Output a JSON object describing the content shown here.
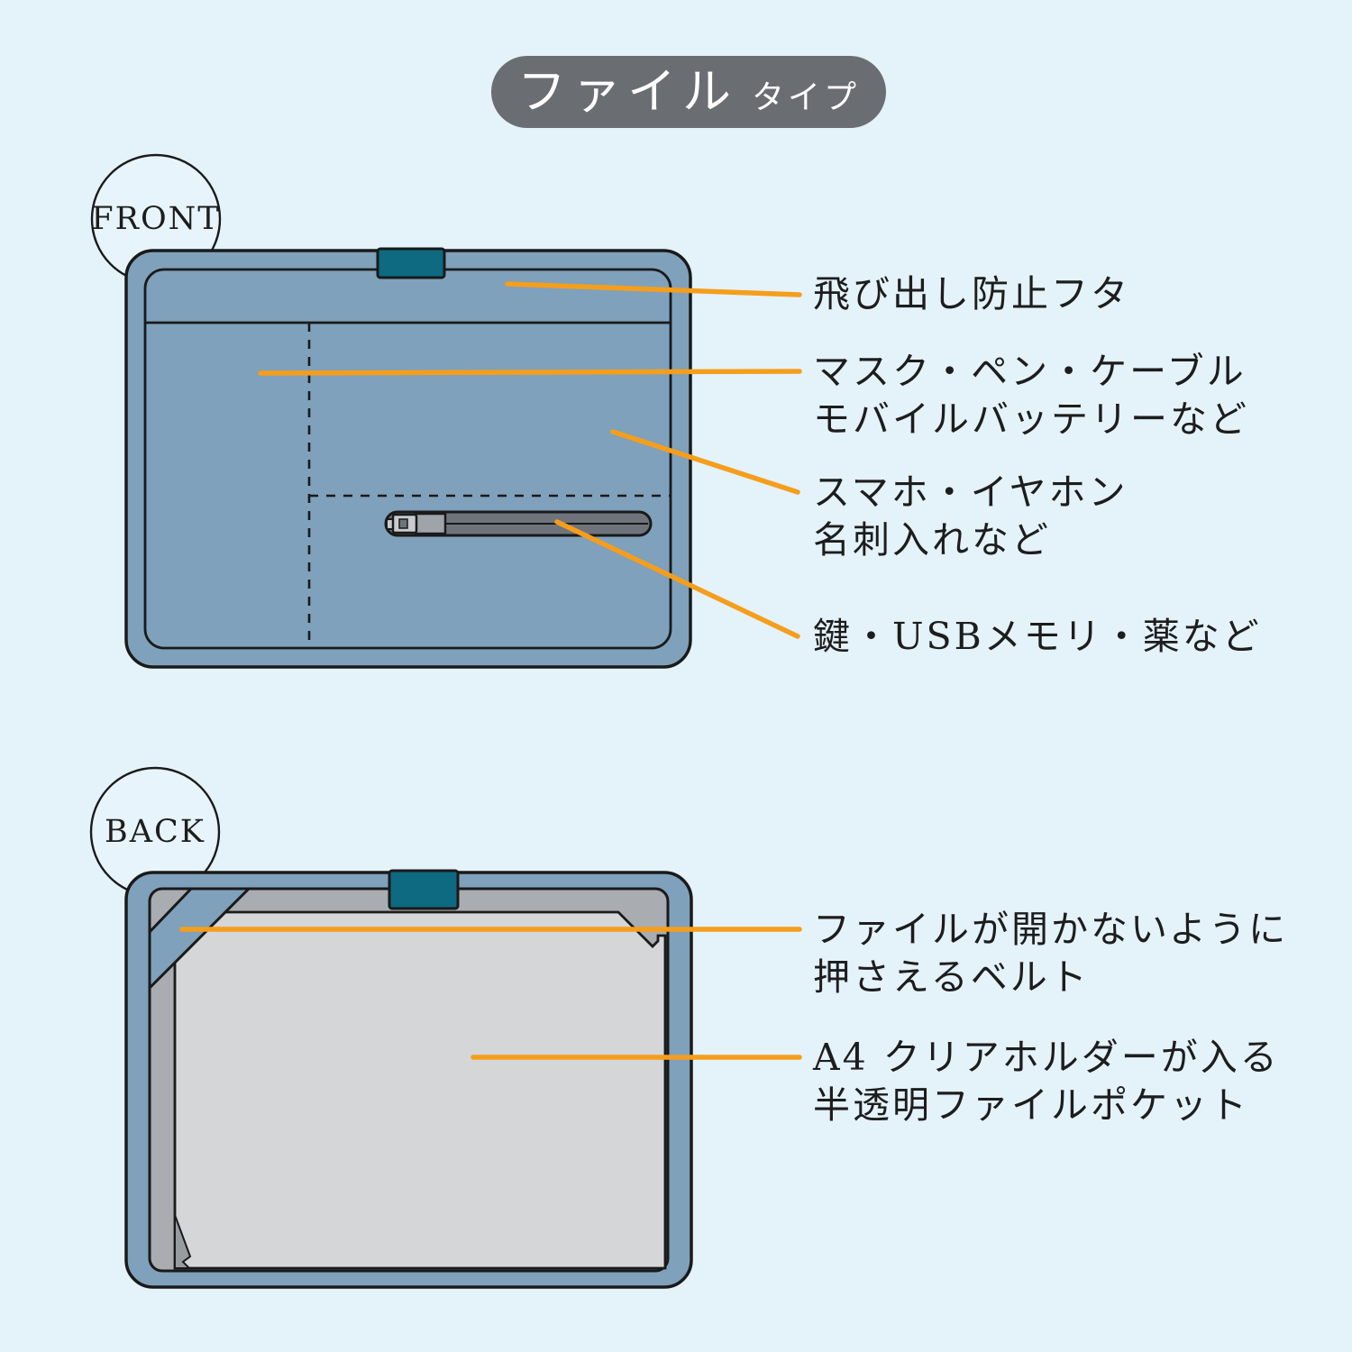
{
  "header": {
    "title_main": "ファイル",
    "title_sub": "タイプ"
  },
  "front_section": {
    "view_label": "FRONT",
    "annotations": [
      {
        "target": "flap",
        "label_lines": [
          "飛び出し防止フタ"
        ]
      },
      {
        "target": "left-pocket",
        "label_lines": [
          "マスク・ペン・ケーブル",
          "モバイルバッテリーなど"
        ]
      },
      {
        "target": "right-pocket",
        "label_lines": [
          "スマホ・イヤホン",
          "名刺入れなど"
        ]
      },
      {
        "target": "zipper-pocket",
        "label_lines": [
          "鍵・USBメモリ・薬など"
        ]
      }
    ]
  },
  "back_section": {
    "view_label": "BACK",
    "annotations": [
      {
        "target": "belt",
        "label_lines": [
          "ファイルが開かないように",
          "押さえるベルト"
        ]
      },
      {
        "target": "file-pocket",
        "label_lines": [
          "A4 クリアホルダーが入る",
          "半透明ファイルポケット"
        ]
      }
    ]
  },
  "colors": {
    "background": "#E4F2FA",
    "body_blue": "#7FA1BB",
    "tab_teal": "#0D6A80",
    "annotation_orange": "#F59E1C",
    "title_pill_gray": "#6A6E72",
    "pocket_frame_gray": "#A9ACB0",
    "pocket_light_gray": "#D5D6D8",
    "zipper_bar_gray": "#6F747C",
    "zipper_slider_gray": "#C9CBCE",
    "outline": "#1A1A1A",
    "text": "#1D1D1D"
  }
}
